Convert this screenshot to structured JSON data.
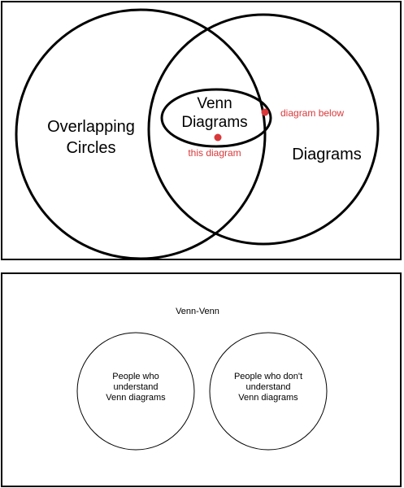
{
  "venn": {
    "left_label_line1": "Overlapping",
    "left_label_line2": "Circles",
    "center_label_line1": "Venn",
    "center_label_line2": "Diagrams",
    "right_label": "Diagrams",
    "annotation_this": "this diagram",
    "annotation_below": "diagram below",
    "annotation_color": "#d9383a"
  },
  "venn_venn": {
    "title": "Venn-Venn",
    "left_circle": [
      "People who",
      "understand",
      "Venn diagrams"
    ],
    "right_circle": [
      "People who don't",
      "understand",
      "Venn diagrams"
    ]
  }
}
